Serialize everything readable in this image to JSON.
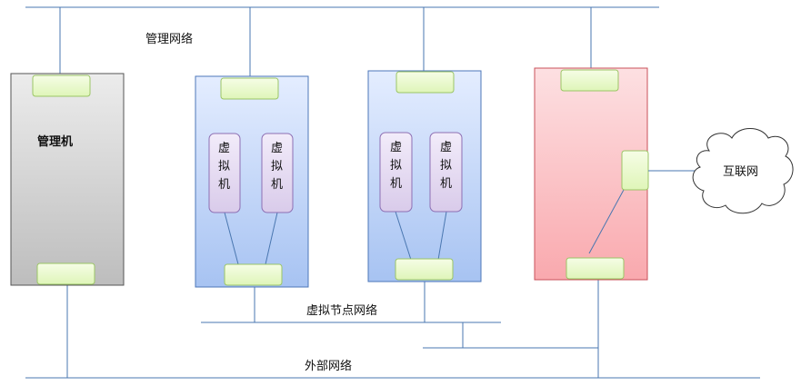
{
  "networks": {
    "management": "管理网络",
    "virtual_node": "虚拟节点网络",
    "external": "外部网络",
    "internet": "互联网"
  },
  "nodes": {
    "management_host": "管理机",
    "vm_label_chars": [
      "虚",
      "拟",
      "机"
    ]
  },
  "colors": {
    "line": "#4a77b0",
    "nic_fill": "#e8f8c6",
    "nic_border": "#9bc566",
    "mgmt_box_top": "#ececec",
    "mgmt_box_bottom": "#bdbdbd",
    "compute_box_top": "#e4edff",
    "compute_box_bottom": "#a7c3f2",
    "compute_box_border": "#4d77b8",
    "router_box_top": "#fde0e2",
    "router_box_bottom": "#f9a9ae",
    "router_box_border": "#c9505a",
    "vm_fill_top": "#f2ecfa",
    "vm_fill_bottom": "#d9cbea",
    "vm_border": "#8d6fb3"
  }
}
